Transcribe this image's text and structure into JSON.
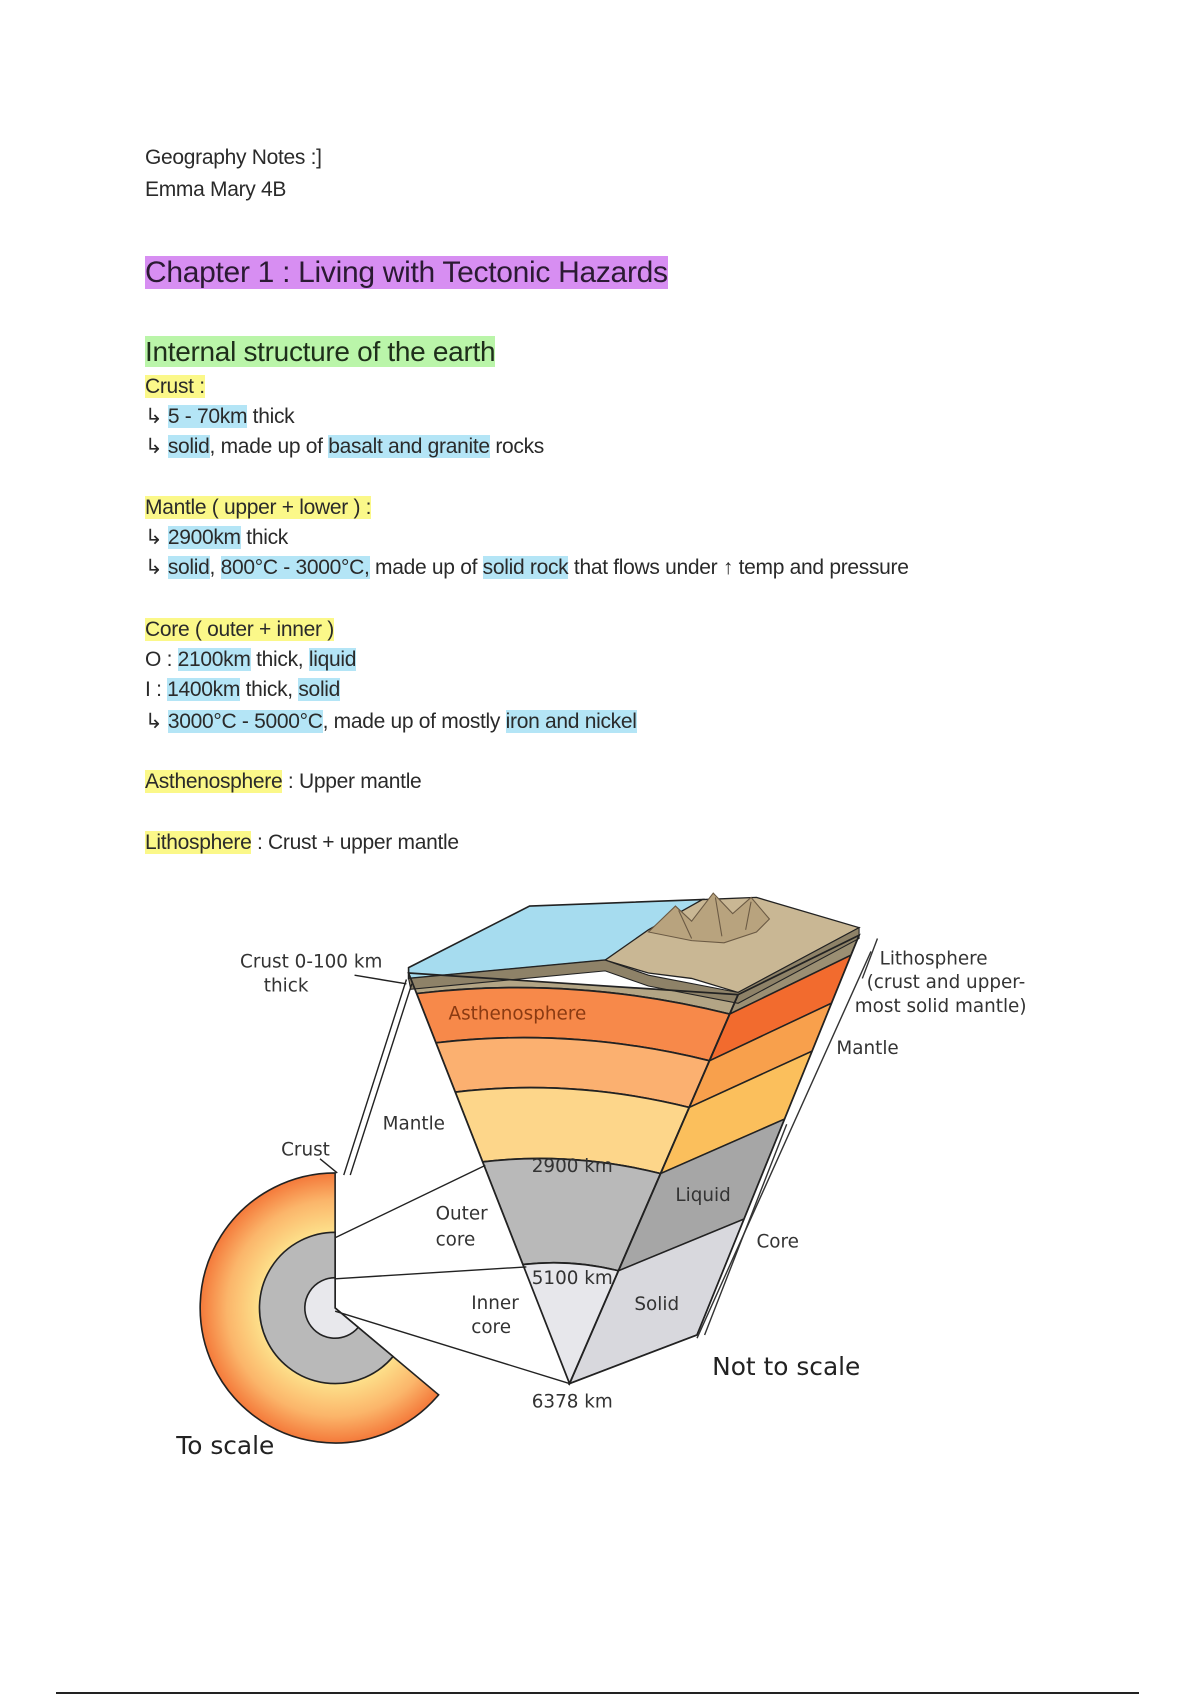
{
  "header": {
    "title": "Geography Notes :]",
    "author": "Emma Mary 4B"
  },
  "lines": [
    {
      "style": "h1",
      "segments": [
        {
          "text": "Chapter 1 : Living with Tectonic Hazards",
          "hl": "purple"
        }
      ]
    },
    {
      "style": "h2",
      "segments": [
        {
          "text": "Internal structure of the earth",
          "hl": "green"
        }
      ]
    },
    {
      "style": "body",
      "segments": [
        {
          "text": "Crust :",
          "hl": "yellow"
        }
      ]
    },
    {
      "style": "body",
      "segments": [
        {
          "text": "↳ ",
          "hl": ""
        },
        {
          "text": "5 - 70km",
          "hl": "blue"
        },
        {
          "text": " thick",
          "hl": ""
        }
      ]
    },
    {
      "style": "body",
      "segments": [
        {
          "text": "↳ ",
          "hl": ""
        },
        {
          "text": "solid",
          "hl": "blue"
        },
        {
          "text": ", made up of ",
          "hl": ""
        },
        {
          "text": "basalt and granite",
          "hl": "blue"
        },
        {
          "text": " rocks",
          "hl": ""
        }
      ]
    },
    {
      "style": "body",
      "segments": [
        {
          "text": "Mantle ( upper + lower ) :",
          "hl": "yellow"
        }
      ]
    },
    {
      "style": "body",
      "segments": [
        {
          "text": "↳ ",
          "hl": ""
        },
        {
          "text": "2900km",
          "hl": "blue"
        },
        {
          "text": " thick",
          "hl": ""
        }
      ]
    },
    {
      "style": "body",
      "segments": [
        {
          "text": "↳ ",
          "hl": ""
        },
        {
          "text": "solid",
          "hl": "blue"
        },
        {
          "text": ", ",
          "hl": ""
        },
        {
          "text": "800°C - 3000°C,",
          "hl": "blue"
        },
        {
          "text": " made up of ",
          "hl": ""
        },
        {
          "text": "solid rock",
          "hl": "blue"
        },
        {
          "text": " that flows under ↑ temp and pressure",
          "hl": ""
        }
      ]
    },
    {
      "style": "body",
      "segments": [
        {
          "text": "Core ( outer + inner )",
          "hl": "yellow"
        }
      ]
    },
    {
      "style": "body",
      "segments": [
        {
          "text": "O : ",
          "hl": ""
        },
        {
          "text": "2100km",
          "hl": "blue"
        },
        {
          "text": " thick, ",
          "hl": ""
        },
        {
          "text": "liquid",
          "hl": "blue"
        }
      ]
    },
    {
      "style": "body",
      "segments": [
        {
          "text": "I : ",
          "hl": ""
        },
        {
          "text": "1400km",
          "hl": "blue"
        },
        {
          "text": " thick, ",
          "hl": ""
        },
        {
          "text": "solid",
          "hl": "blue"
        }
      ]
    },
    {
      "style": "body",
      "segments": [
        {
          "text": "↳ ",
          "hl": ""
        },
        {
          "text": "3000°C - 5000°C",
          "hl": "blue"
        },
        {
          "text": ", made up of mostly ",
          "hl": ""
        },
        {
          "text": "iron and nickel",
          "hl": "blue"
        }
      ]
    },
    {
      "style": "body",
      "segments": [
        {
          "text": "Asthenosphere",
          "hl": "yellow"
        },
        {
          "text": " : Upper mantle",
          "hl": ""
        }
      ]
    },
    {
      "style": "body",
      "segments": [
        {
          "text": "Lithosphere",
          "hl": "yellow"
        },
        {
          "text": " : Crust + upper mantle",
          "hl": ""
        }
      ]
    }
  ],
  "diagram": {
    "crust_label_1": "Crust 0-100 km",
    "crust_label_2": "thick",
    "asthenosphere": "Asthenosphere",
    "mantle_left": "Mantle",
    "crust_small": "Crust",
    "depth_2900": "2900 km",
    "outer_core_1": "Outer",
    "outer_core_2": "core",
    "liquid": "Liquid",
    "depth_5100": "5100 km",
    "inner_core_1": "Inner",
    "inner_core_2": "core",
    "solid": "Solid",
    "depth_6378": "6378 km",
    "lithosphere_1": "Lithosphere",
    "lithosphere_2": "(crust and upper-",
    "lithosphere_3": "most solid mantle)",
    "mantle_right": "Mantle",
    "core_right": "Core",
    "not_to_scale": "Not to scale",
    "to_scale": "To scale"
  },
  "colors": {
    "purple": "#d78ef2",
    "green": "#baf5a9",
    "yellow": "#fbf889",
    "blue": "#b4e5f6"
  }
}
